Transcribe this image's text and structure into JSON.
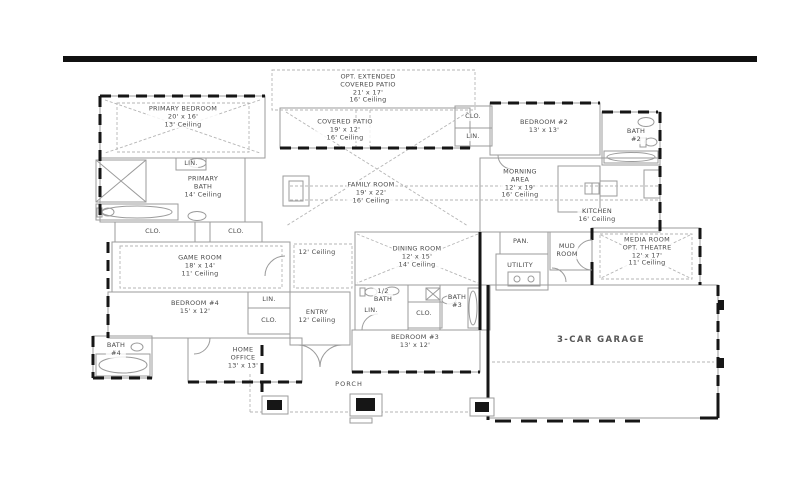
{
  "colors": {
    "wall": "#161616",
    "line": "#9b9b9b",
    "dashed": "#b5b5b5",
    "text": "#4a4a4a",
    "top_bar": "#111111"
  },
  "rooms": {
    "opt_patio": {
      "lines": [
        "OPT. EXTENDED",
        "COVERED PATIO",
        "21' x 17'",
        "16' Ceiling"
      ]
    },
    "covered_patio": {
      "lines": [
        "COVERED PATIO",
        "19' x 12'",
        "16' Ceiling"
      ]
    },
    "primary_bedroom": {
      "lines": [
        "PRIMARY BEDROOM",
        "20' x 16'",
        "13' Ceiling"
      ]
    },
    "lin_primary": {
      "lines": [
        "LIN."
      ]
    },
    "primary_bath": {
      "lines": [
        "PRIMARY",
        "BATH",
        "14' Ceiling"
      ]
    },
    "clo_primary_left": {
      "lines": [
        "CLO."
      ]
    },
    "clo_primary_right": {
      "lines": [
        "CLO."
      ]
    },
    "game_room": {
      "lines": [
        "GAME ROOM",
        "18' x 14'",
        "11' Ceiling"
      ]
    },
    "bedroom4": {
      "lines": [
        "BEDROOM #4",
        "15' x 12'"
      ]
    },
    "lin_bed4": {
      "lines": [
        "LIN."
      ]
    },
    "clo_bed4": {
      "lines": [
        "CLO."
      ]
    },
    "bath4": {
      "lines": [
        "BATH",
        "#4"
      ]
    },
    "home_office": {
      "lines": [
        "HOME",
        "OFFICE",
        "13' x 13'"
      ]
    },
    "entry": {
      "lines": [
        "ENTRY",
        "12' Ceiling"
      ]
    },
    "hall": {
      "lines": [
        "12' Ceiling"
      ]
    },
    "family_room": {
      "lines": [
        "FAMILY ROOM",
        "19' x 22'",
        "16' Ceiling"
      ]
    },
    "dining_room": {
      "lines": [
        "DINING ROOM",
        "12' x 15'",
        "14' Ceiling"
      ]
    },
    "morning_area": {
      "lines": [
        "MORNING",
        "AREA",
        "12' x 19'",
        "16' Ceiling"
      ]
    },
    "kitchen": {
      "lines": [
        "KITCHEN",
        "16' Ceiling"
      ]
    },
    "bedroom2": {
      "lines": [
        "BEDROOM #2",
        "13' x 13'"
      ]
    },
    "clo_bed2": {
      "lines": [
        "CLO."
      ]
    },
    "lin_bed2": {
      "lines": [
        "LIN."
      ]
    },
    "bath2": {
      "lines": [
        "BATH",
        "#2"
      ]
    },
    "pantry": {
      "lines": [
        "PAN."
      ]
    },
    "utility": {
      "lines": [
        "UTILITY"
      ]
    },
    "mud_room": {
      "lines": [
        "MUD",
        "ROOM"
      ]
    },
    "media_room": {
      "lines": [
        "MEDIA ROOM",
        "OPT. THEATRE",
        "12' x 17'",
        "11' Ceiling"
      ]
    },
    "garage": {
      "lines": [
        "3-CAR GARAGE"
      ]
    },
    "half_bath": {
      "lines": [
        "1/2",
        "BATH"
      ]
    },
    "lin_bed3": {
      "lines": [
        "LIN."
      ]
    },
    "clo_bed3": {
      "lines": [
        "CLO."
      ]
    },
    "bath3": {
      "lines": [
        "BATH",
        "#3"
      ]
    },
    "bedroom3": {
      "lines": [
        "BEDROOM #3",
        "13' x 12'"
      ]
    },
    "porch": {
      "lines": [
        "PORCH"
      ]
    }
  }
}
